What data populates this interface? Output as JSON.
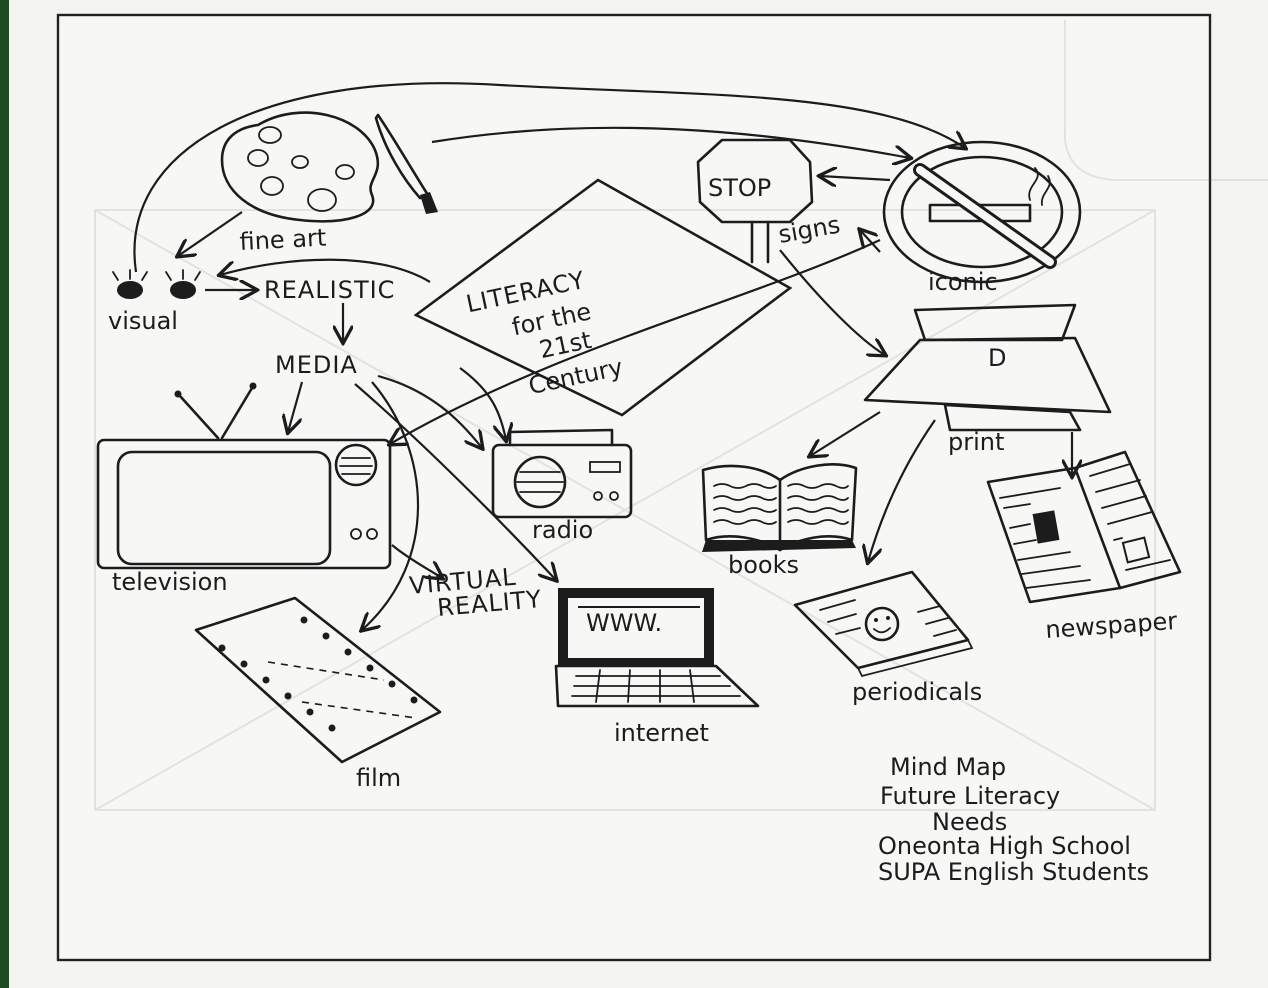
{
  "center": {
    "line1": "LITERACY",
    "line2": "for the",
    "line3": "21st",
    "line4": "Century"
  },
  "nodes": {
    "fine_art": "fine art",
    "visual": "visual",
    "realistic": "REALISTIC",
    "media": "MEDIA",
    "stop_sign": "STOP",
    "signs": "signs",
    "iconic": "iconic",
    "print": "print",
    "television": "television",
    "radio": "radio",
    "virtual_reality_1": "VIRTUAL",
    "virtual_reality_2": "REALITY",
    "internet": "internet",
    "www": "WWW.",
    "film": "film",
    "books": "books",
    "periodicals": "periodicals",
    "newspaper": "newspaper"
  },
  "caption": {
    "line1": "Mind Map",
    "line2": "Future Literacy",
    "line3": "Needs",
    "line4": "Oneonta High School",
    "line5": "SUPA English Students"
  }
}
